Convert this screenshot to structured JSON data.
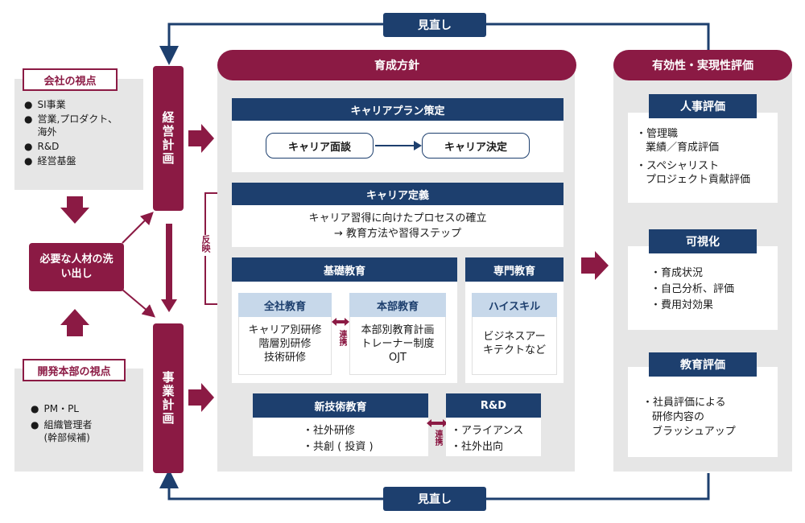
{
  "review_top": "見直し",
  "review_bottom": "見直し",
  "left_top": {
    "title": "会社の視点",
    "items": [
      "SI事業",
      "営業,プロダクト、海外",
      "R&D",
      "経営基盤"
    ]
  },
  "center_left": {
    "label": "必要な人材の洗い出し"
  },
  "left_bottom": {
    "title": "開発本部の視点",
    "items": [
      "PM・PL",
      "組織管理者\n(幹部候補)"
    ]
  },
  "pillars": {
    "management": "経営計画",
    "business": "事業計画"
  },
  "feedback_label": "反映",
  "center": {
    "title": "育成方針",
    "career_plan": {
      "title": "キャリアプラン策定",
      "step1": "キャリア面談",
      "step2": "キャリア決定"
    },
    "career_def": {
      "title": "キャリア定義",
      "line1": "キャリア習得に向けたプロセスの確立",
      "line2": "→ 教育方法や習得ステップ"
    },
    "basic": {
      "title": "基礎教育",
      "company": {
        "title": "全社教育",
        "lines": [
          "キャリア別研修",
          "階層別研修",
          "技術研修"
        ]
      },
      "division": {
        "title": "本部教育",
        "lines": [
          "本部別教育計画",
          "トレーナー制度",
          "OJT"
        ]
      },
      "link_label": "連携"
    },
    "special": {
      "title": "専門教育",
      "sub": {
        "title": "ハイスキル",
        "lines": [
          "ビジネスアー",
          "キテクトなど"
        ]
      }
    },
    "newtech": {
      "title": "新技術教育",
      "items": [
        "・社外研修",
        "・共創 ( 投資 )"
      ]
    },
    "rnd": {
      "title": "R&D",
      "items": [
        "・アライアンス",
        "・社外出向"
      ]
    },
    "link_label2": "連携"
  },
  "right": {
    "title": "有効性・実現性評価",
    "hr": {
      "title": "人事評価",
      "items": [
        "・管理職",
        "業績／育成評価",
        "・スペシャリスト",
        "プロジェクト貢献評価"
      ]
    },
    "visual": {
      "title": "可視化",
      "items": [
        "・育成状況",
        "・自己分析、評価",
        "・費用対効果"
      ]
    },
    "edu": {
      "title": "教育評価",
      "items": [
        "・社員評価による",
        "研修内容の",
        "ブラッシュアップ"
      ]
    }
  },
  "colors": {
    "maroon": "#8b1a44",
    "navy": "#1d3f6e",
    "gray": "#e6e6e6",
    "lightblue": "#c7d8ea"
  }
}
